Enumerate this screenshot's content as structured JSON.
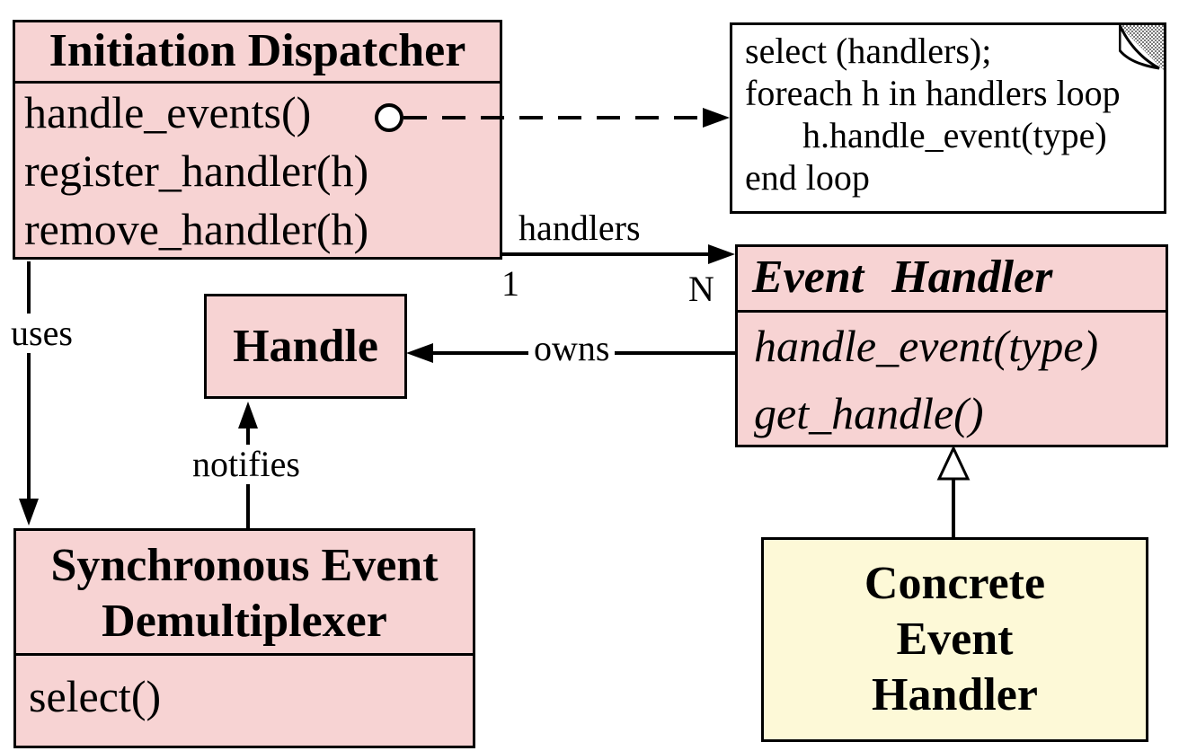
{
  "colors": {
    "class_fill": "#f7d3d3",
    "concrete_fill": "#fdf9d7",
    "note_fill": "#ffffff",
    "line_color": "#000000"
  },
  "boxes": {
    "initiation_dispatcher": {
      "title": "Initiation Dispatcher",
      "methods": [
        "handle_events()",
        "register_handler(h)",
        "remove_handler(h)"
      ]
    },
    "event_handler": {
      "title": "Event Handler",
      "methods": [
        "handle_event(type)",
        "get_handle()"
      ]
    },
    "handle": {
      "title": "Handle"
    },
    "sync_event_demultiplexer": {
      "title_lines": [
        "Synchronous Event",
        "Demultiplexer"
      ],
      "methods": [
        "select()"
      ]
    },
    "concrete_event_handler": {
      "title_lines": [
        "Concrete",
        "Event",
        "Handler"
      ]
    }
  },
  "note": {
    "lines": [
      "select (handlers);",
      "foreach h in handlers loop",
      "h.handle_event(type)",
      "end loop"
    ]
  },
  "labels": {
    "handlers": "handlers",
    "multiplicity_one": "1",
    "multiplicity_n": "N",
    "owns": "owns",
    "uses": "uses",
    "notifies": "notifies"
  }
}
